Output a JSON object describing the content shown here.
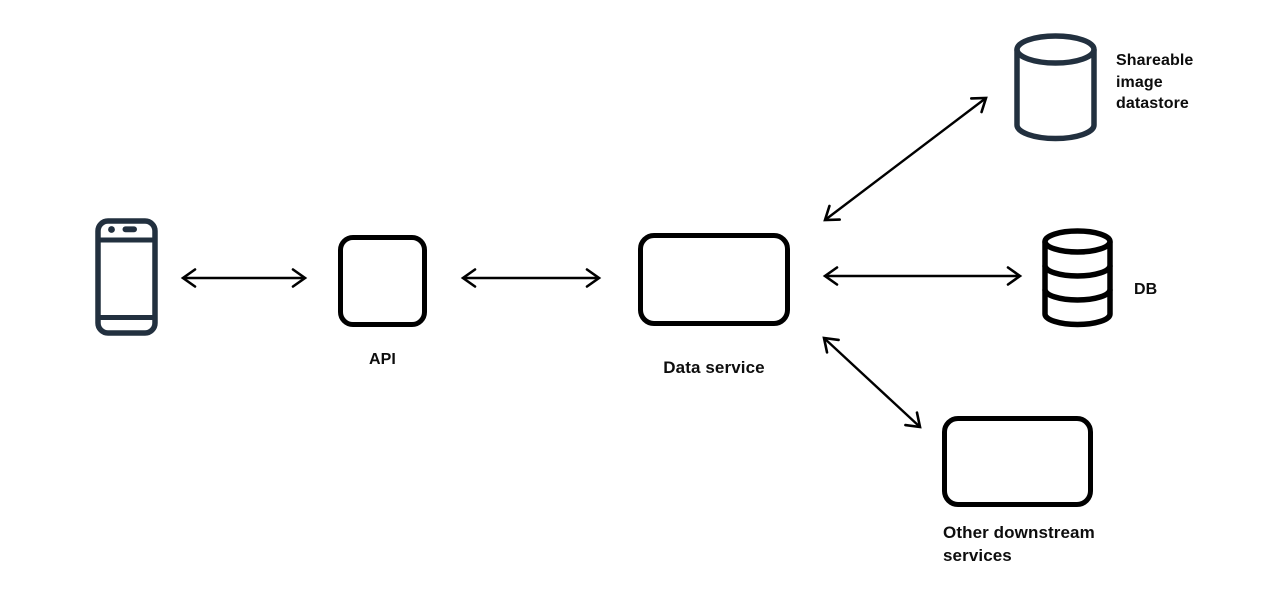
{
  "colors": {
    "outline_black": "#000000",
    "icon_navy": "#22303F",
    "background": "#FFFFFF",
    "label_text": "#0D0D0D"
  },
  "nodes": {
    "client": {
      "icon": "smartphone-icon"
    },
    "api": {
      "shape": "rounded-box",
      "label": "API"
    },
    "data_service": {
      "shape": "rounded-box",
      "label": "Data service"
    },
    "shareable_datastore": {
      "icon": "database-cylinder-icon",
      "label": "Shareable image datastore"
    },
    "db": {
      "icon": "database-stack-icon",
      "label": "DB"
    },
    "other_services": {
      "shape": "rounded-box",
      "label": "Other downstream services"
    }
  },
  "connections": [
    {
      "from": "client",
      "to": "api",
      "direction": "bidirectional"
    },
    {
      "from": "api",
      "to": "data_service",
      "direction": "bidirectional"
    },
    {
      "from": "data_service",
      "to": "shareable_datastore",
      "direction": "bidirectional"
    },
    {
      "from": "data_service",
      "to": "db",
      "direction": "bidirectional"
    },
    {
      "from": "data_service",
      "to": "other_services",
      "direction": "bidirectional"
    }
  ]
}
